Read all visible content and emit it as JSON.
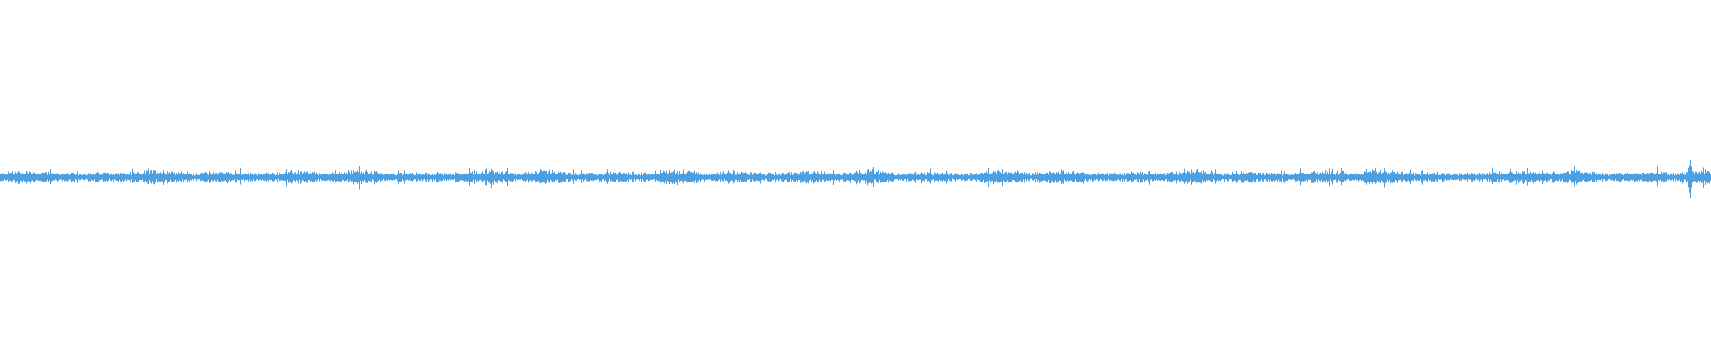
{
  "waveform": {
    "color": "#4c9fe0",
    "background": "#ffffff",
    "amplitude_normalized_baseline": 0.5,
    "peak_amplitude_fraction": 0.06,
    "typical_amplitude_fraction": 0.025,
    "ending_spike": true
  }
}
